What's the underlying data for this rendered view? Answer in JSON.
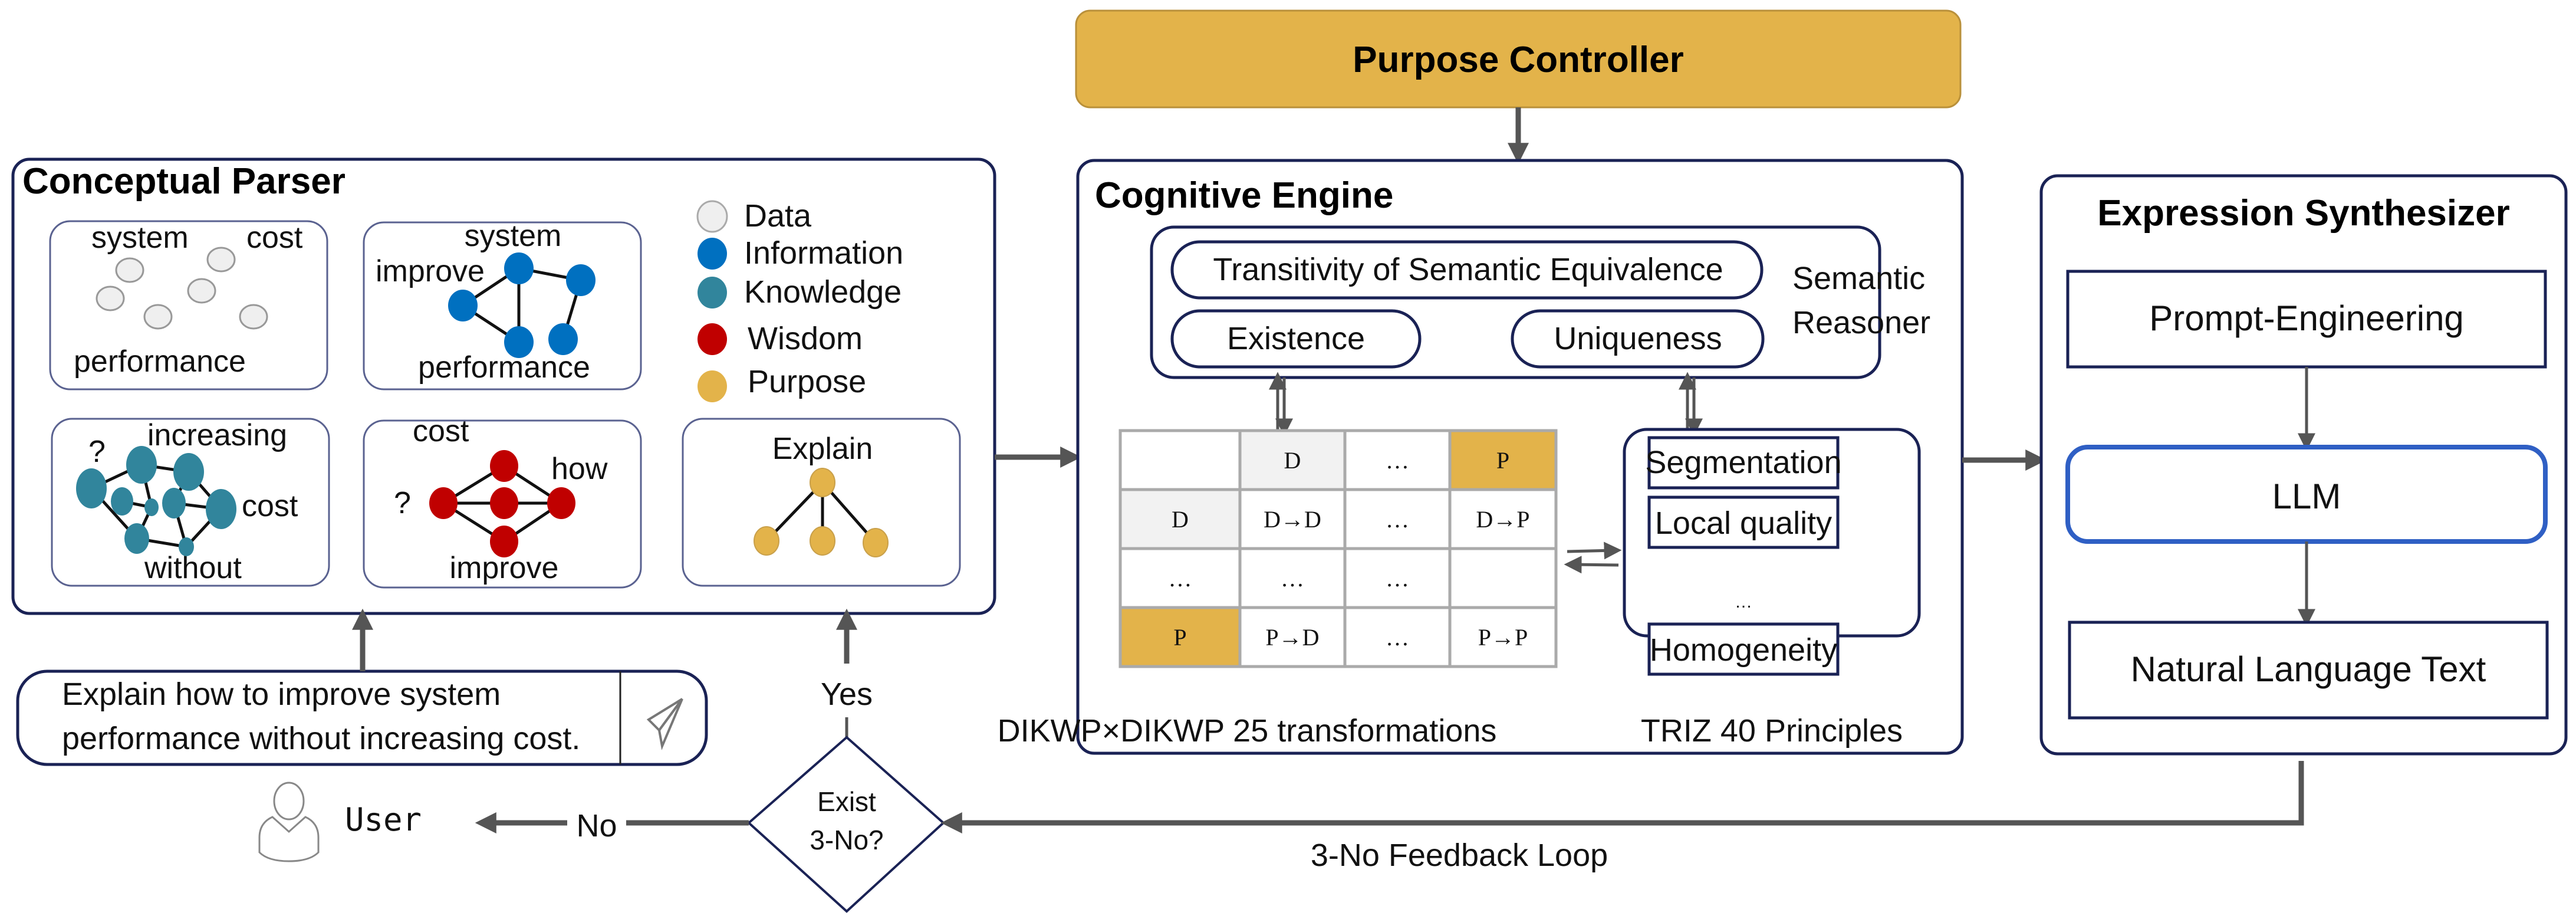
{
  "purpose_controller": {
    "label": "Purpose Controller",
    "color": "#E3B34A"
  },
  "conceptual_parser": {
    "title": "Conceptual Parser",
    "legend": [
      {
        "label": "Data",
        "color": "#EFEFEF"
      },
      {
        "label": "Information",
        "color": "#0070C0"
      },
      {
        "label": "Knowledge",
        "color": "#31859C"
      },
      {
        "label": "Wisdom",
        "color": "#C00000"
      },
      {
        "label": "Purpose",
        "color": "#E3B34A"
      }
    ],
    "graphs": {
      "data": {
        "words": [
          "system",
          "cost",
          "performance"
        ]
      },
      "information": {
        "words": [
          "system",
          "improve",
          "performance"
        ]
      },
      "knowledge": {
        "words": [
          "?",
          "increasing",
          "cost",
          "without"
        ]
      },
      "wisdom": {
        "words": [
          "cost",
          "how",
          "?",
          "improve"
        ]
      },
      "purpose": {
        "words": [
          "Explain"
        ]
      }
    }
  },
  "user_input": {
    "line1": "Explain how to improve system",
    "line2": "performance without increasing cost.",
    "send_icon": "paper-plane-icon"
  },
  "user": {
    "label": "User",
    "icon": "user-icon"
  },
  "decision": {
    "line1": "Exist",
    "line2": "3-No?",
    "yes_label": "Yes",
    "no_label": "No"
  },
  "feedback_loop": {
    "label": "3-No Feedback Loop"
  },
  "cognitive_engine": {
    "title": "Cognitive Engine",
    "semantic_reasoner": {
      "label_line1": "Semantic",
      "label_line2": "Reasoner",
      "items": [
        "Transitivity of Semantic Equivalence",
        "Existence",
        "Uniqueness"
      ]
    },
    "matrix": {
      "caption": "DIKWP×DIKWP 25 transformations",
      "rows": [
        [
          "",
          "D",
          "…",
          "P"
        ],
        [
          "D",
          "D→D",
          "…",
          "D→P"
        ],
        [
          "…",
          "…",
          "…",
          ""
        ],
        [
          "P",
          "P→D",
          "…",
          "P→P"
        ]
      ],
      "highlight_color": "#E3B34A",
      "header_gray": "#F2F2F2"
    },
    "triz": {
      "caption": "TRIZ 40 Principles",
      "items": [
        "Segmentation",
        "Local quality",
        "Homogeneity"
      ],
      "ellipsis": "…"
    }
  },
  "expression_synthesizer": {
    "title": "Expression Synthesizer",
    "steps": [
      "Prompt-Engineering",
      "LLM",
      "Natural Language Text"
    ],
    "llm_border_color": "#2F5FC4"
  }
}
